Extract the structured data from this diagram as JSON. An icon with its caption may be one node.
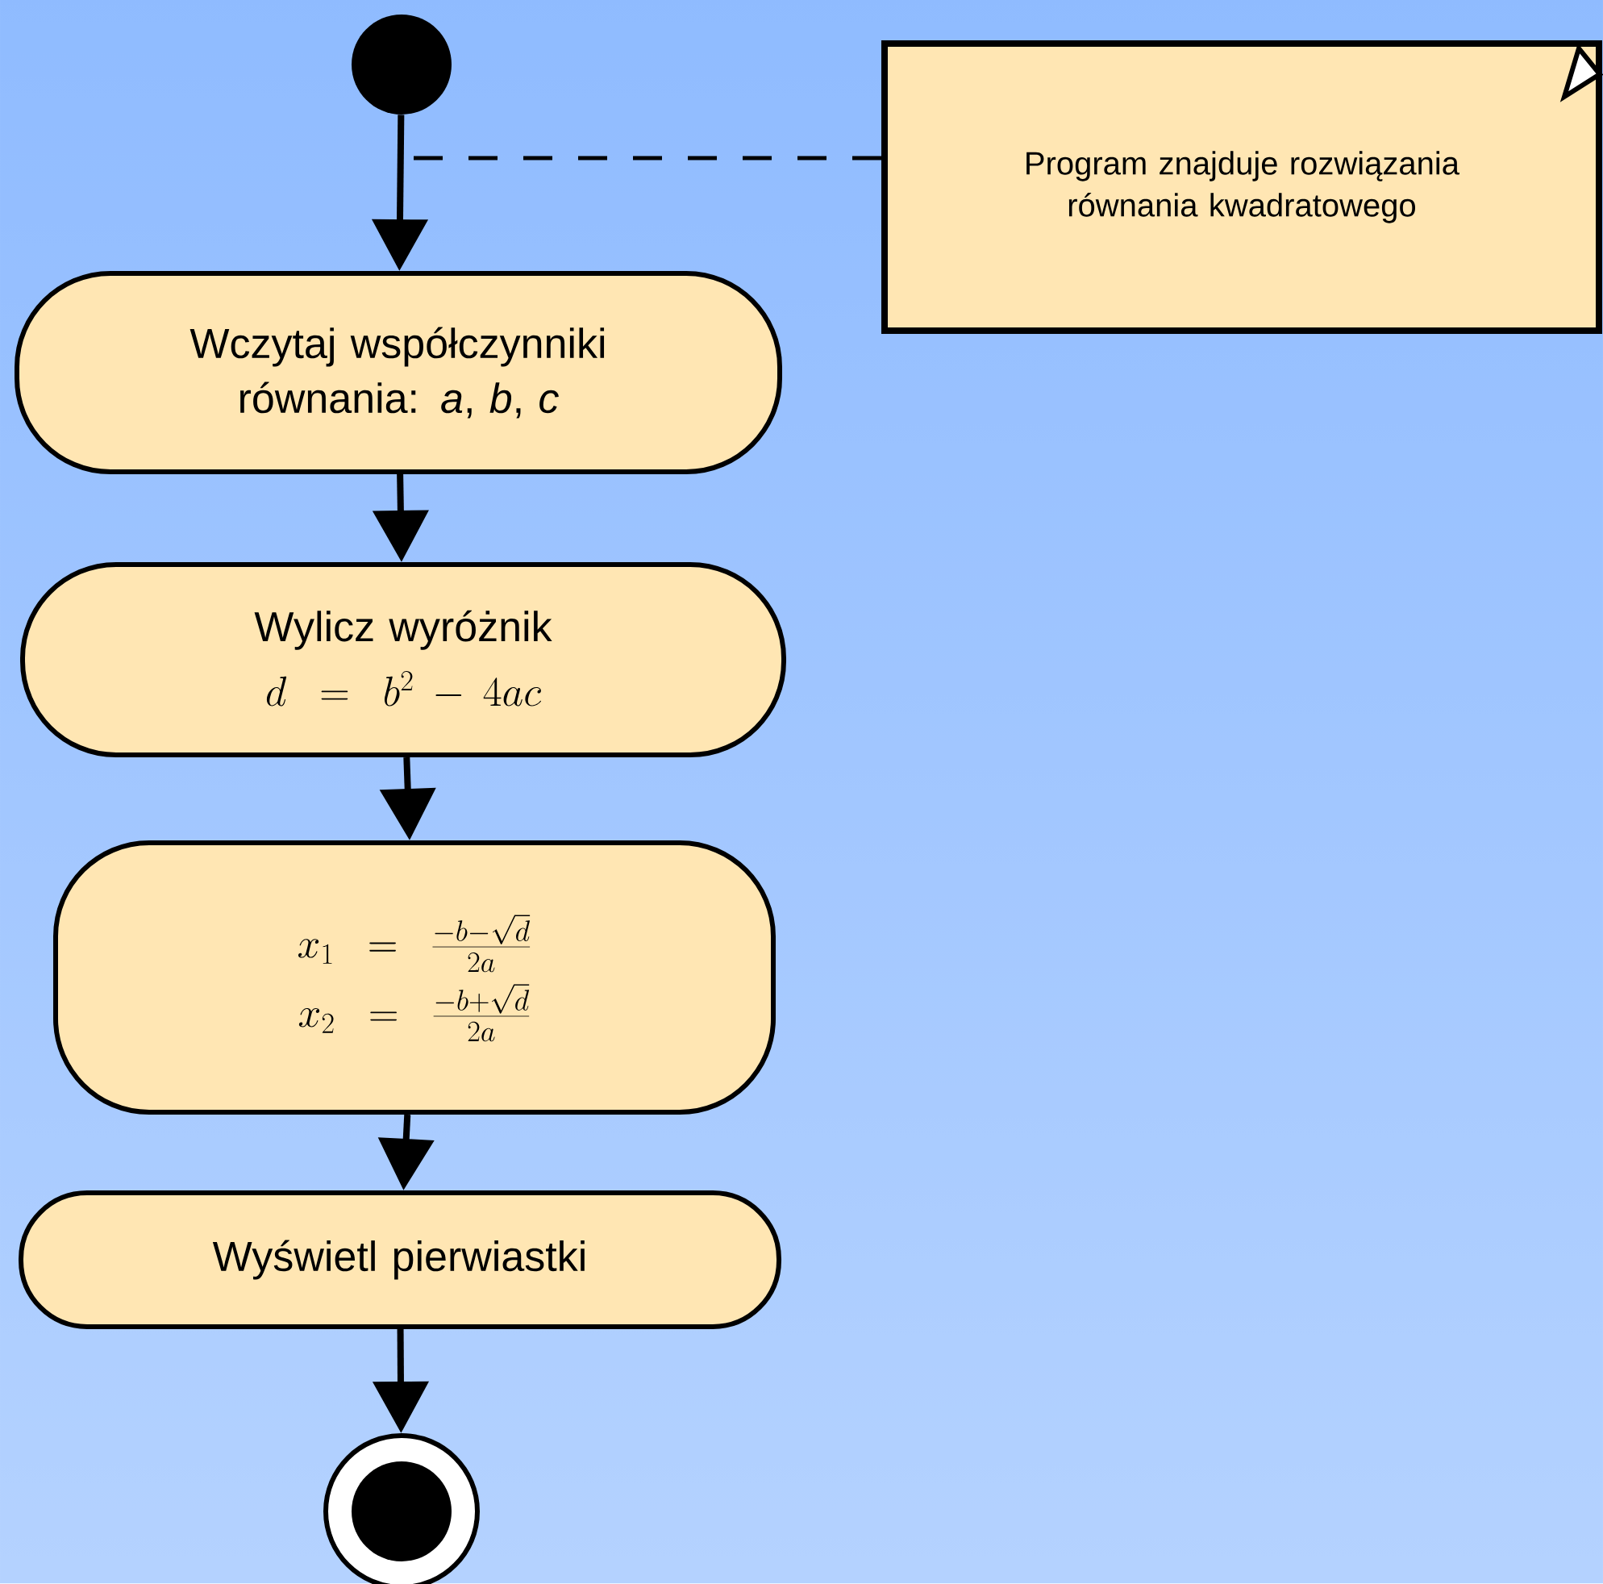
{
  "diagram": {
    "nodes": [
      {
        "text": [],
        "shape": "circle"
      },
      {
        "text": [
          "Wczytaj współczynniki równania: *a*, *b*, *c*"
        ]
      },
      {
        "text": [
          "Wylicz wyróżnik",
          "d = b^{2} - 4ac"
        ]
      },
      {
        "text": [
          "x_1 = \\frac{-b-\\sqrt{d}}{2a}",
          "x_2 = \\frac{-b+\\sqrt{d}}{2a}"
        ]
      },
      {
        "text": [
          "Wyświetl pierwiastki"
        ]
      },
      {
        "text": [],
        "shape": "circle"
      },
      {
        "text": [
          "Program znajduje rozwiązania równania kwadratowego"
        ]
      }
    ],
    "edges": [
      {
        "from": 0,
        "to": 1,
        "arrow": "to"
      },
      {
        "from": 1,
        "to": 2,
        "arrow": "to"
      },
      {
        "from": 2,
        "to": 3,
        "arrow": "to"
      },
      {
        "from": 3,
        "to": 4,
        "arrow": "to"
      },
      {
        "from": 4,
        "to": 5,
        "arrow": "to"
      },
      {
        "from": 6,
        "to": null,
        "arrow": "none",
        "style": "dashed"
      }
    ]
  }
}
